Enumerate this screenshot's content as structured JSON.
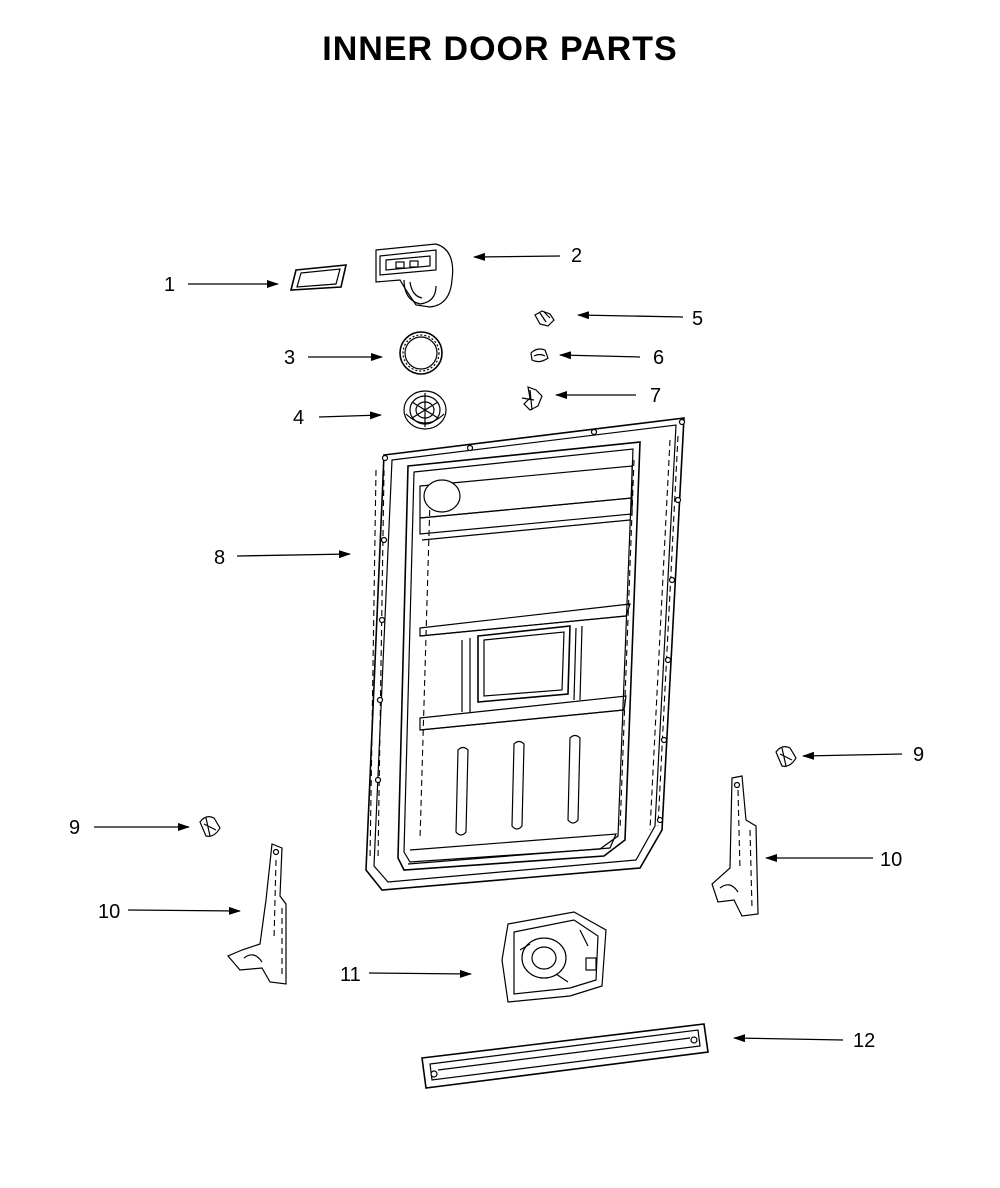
{
  "title": "INNER DOOR PARTS",
  "callouts": [
    {
      "id": "c1",
      "label": "1"
    },
    {
      "id": "c2",
      "label": "2"
    },
    {
      "id": "c3",
      "label": "3"
    },
    {
      "id": "c4",
      "label": "4"
    },
    {
      "id": "c5",
      "label": "5"
    },
    {
      "id": "c6",
      "label": "6"
    },
    {
      "id": "c7",
      "label": "7"
    },
    {
      "id": "c8",
      "label": "8"
    },
    {
      "id": "c9a",
      "label": "9"
    },
    {
      "id": "c9b",
      "label": "9"
    },
    {
      "id": "c10a",
      "label": "10"
    },
    {
      "id": "c10b",
      "label": "10"
    },
    {
      "id": "c11",
      "label": "11"
    },
    {
      "id": "c12",
      "label": "12"
    }
  ]
}
